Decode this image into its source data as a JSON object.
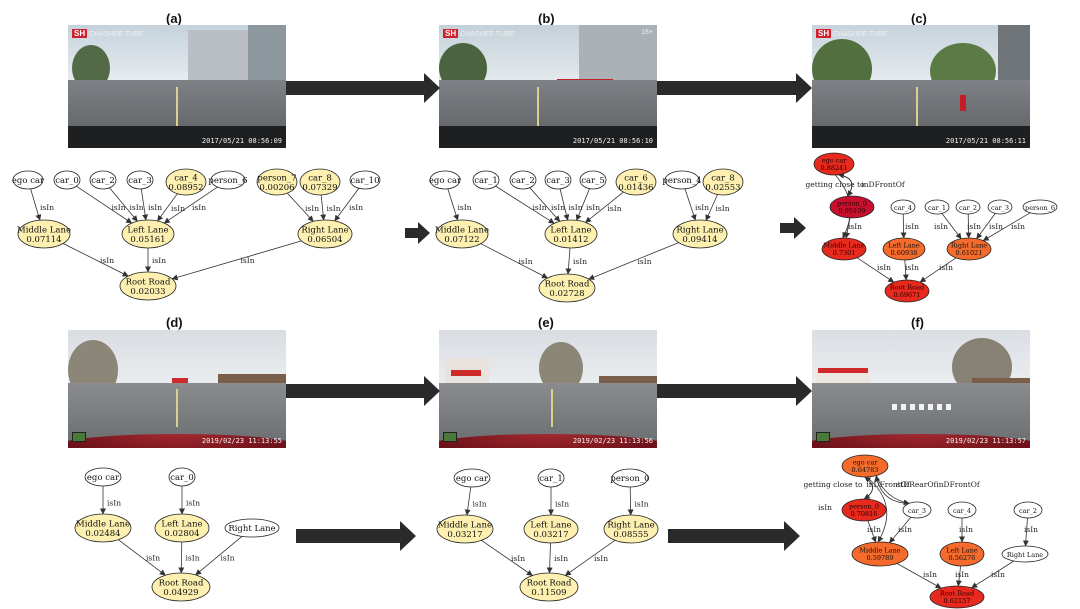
{
  "panels": {
    "a": {
      "label": "(a)",
      "watermark_logo": "SH",
      "watermark_text": "CHASHEE TUBE",
      "timestamp": "2017/05/21 08:56:09"
    },
    "b": {
      "label": "(b)",
      "watermark_logo": "SH",
      "watermark_text": "CHASHEE TUBE",
      "rating": "18+",
      "timestamp": "2017/05/21 08:56:10"
    },
    "c": {
      "label": "(c)",
      "watermark_logo": "SH",
      "watermark_text": "CHASHEE TUBE",
      "timestamp": "2017/05/21 08:56:11"
    },
    "d": {
      "label": "(d)",
      "timestamp": "2019/02/23  11:13:55"
    },
    "e": {
      "label": "(e)",
      "timestamp": "2019/02/23  11:13:56"
    },
    "f": {
      "label": "(f)",
      "timestamp": "2019/02/23  11:13:57"
    }
  },
  "colors": {
    "node_low": "#fdf0b0",
    "node_mid": "#f56b2c",
    "node_high": "#e8291e",
    "node_top": "#c8102e",
    "node_white": "#ffffff",
    "arrow": "#2a2a2a"
  },
  "graphs": {
    "a": {
      "nodes": [
        {
          "id": "ego",
          "l1": "ego car",
          "l2": "",
          "fill": "white"
        },
        {
          "id": "car0",
          "l1": "car_0",
          "l2": "",
          "fill": "white"
        },
        {
          "id": "car2",
          "l1": "car_2",
          "l2": "",
          "fill": "white"
        },
        {
          "id": "car3",
          "l1": "car_3",
          "l2": "",
          "fill": "white"
        },
        {
          "id": "car4",
          "l1": "car_4",
          "l2": "0.08952",
          "fill": "low"
        },
        {
          "id": "p6",
          "l1": "person_6",
          "l2": "",
          "fill": "white"
        },
        {
          "id": "p7",
          "l1": "person_7",
          "l2": "0.00206",
          "fill": "low"
        },
        {
          "id": "car8",
          "l1": "car_8",
          "l2": "0.07329",
          "fill": "low"
        },
        {
          "id": "car10",
          "l1": "car_10",
          "l2": "",
          "fill": "white"
        },
        {
          "id": "ml",
          "l1": "Middle Lane",
          "l2": "0.07114",
          "fill": "low"
        },
        {
          "id": "ll",
          "l1": "Left Lane",
          "l2": "0.05161",
          "fill": "low"
        },
        {
          "id": "rl",
          "l1": "Right Lane",
          "l2": "0.06504",
          "fill": "low"
        },
        {
          "id": "root",
          "l1": "Root Road",
          "l2": "0.02033",
          "fill": "low"
        }
      ],
      "edges": [
        {
          "from": "ego",
          "to": "ml",
          "label": "isIn"
        },
        {
          "from": "car0",
          "to": "ll",
          "label": "isIn"
        },
        {
          "from": "car2",
          "to": "ll",
          "label": "isIn"
        },
        {
          "from": "car3",
          "to": "ll",
          "label": "isIn"
        },
        {
          "from": "car4",
          "to": "ll",
          "label": "isIn"
        },
        {
          "from": "p6",
          "to": "ll",
          "label": "isIn"
        },
        {
          "from": "p7",
          "to": "rl",
          "label": "isIn"
        },
        {
          "from": "car8",
          "to": "rl",
          "label": "isIn"
        },
        {
          "from": "car10",
          "to": "rl",
          "label": "isIn"
        },
        {
          "from": "ml",
          "to": "root",
          "label": "isIn"
        },
        {
          "from": "ll",
          "to": "root",
          "label": "isIn"
        },
        {
          "from": "rl",
          "to": "root",
          "label": "isIn"
        }
      ]
    },
    "b": {
      "nodes": [
        {
          "id": "ego",
          "l1": "ego car",
          "l2": "",
          "fill": "white"
        },
        {
          "id": "car1",
          "l1": "car_1",
          "l2": "",
          "fill": "white"
        },
        {
          "id": "car2",
          "l1": "car_2",
          "l2": "",
          "fill": "white"
        },
        {
          "id": "car3",
          "l1": "car_3",
          "l2": "",
          "fill": "white"
        },
        {
          "id": "car5",
          "l1": "car_5",
          "l2": "",
          "fill": "white"
        },
        {
          "id": "car6",
          "l1": "car_6",
          "l2": "0.01436",
          "fill": "low"
        },
        {
          "id": "p4",
          "l1": "person_4",
          "l2": "",
          "fill": "white"
        },
        {
          "id": "car8",
          "l1": "car_8",
          "l2": "0.02553",
          "fill": "low"
        },
        {
          "id": "ml",
          "l1": "Middle Lane",
          "l2": "0.07122",
          "fill": "low"
        },
        {
          "id": "ll",
          "l1": "Left Lane",
          "l2": "0.01412",
          "fill": "low"
        },
        {
          "id": "rl",
          "l1": "Right Lane",
          "l2": "0.09414",
          "fill": "low"
        },
        {
          "id": "root",
          "l1": "Root Road",
          "l2": "0.02728",
          "fill": "low"
        }
      ],
      "edges": [
        {
          "from": "ego",
          "to": "ml",
          "label": "isIn"
        },
        {
          "from": "car1",
          "to": "ll",
          "label": "isIn"
        },
        {
          "from": "car2",
          "to": "ll",
          "label": "isIn"
        },
        {
          "from": "car3",
          "to": "ll",
          "label": "isIn"
        },
        {
          "from": "car5",
          "to": "ll",
          "label": "isIn"
        },
        {
          "from": "car6",
          "to": "ll",
          "label": "isIn"
        },
        {
          "from": "p4",
          "to": "rl",
          "label": "isIn"
        },
        {
          "from": "car8",
          "to": "rl",
          "label": "isIn"
        },
        {
          "from": "ml",
          "to": "root",
          "label": "isIn"
        },
        {
          "from": "ll",
          "to": "root",
          "label": "isIn"
        },
        {
          "from": "rl",
          "to": "root",
          "label": "isIn"
        }
      ]
    },
    "c": {
      "nodes": [
        {
          "id": "ego",
          "l1": "ego car",
          "l2": "0.88241",
          "fill": "high"
        },
        {
          "id": "p0",
          "l1": "person_0",
          "l2": "0.95109",
          "fill": "top"
        },
        {
          "id": "car4",
          "l1": "car_4",
          "l2": "",
          "fill": "white"
        },
        {
          "id": "car1",
          "l1": "car_1",
          "l2": "",
          "fill": "white"
        },
        {
          "id": "car2",
          "l1": "car_2",
          "l2": "",
          "fill": "white"
        },
        {
          "id": "car3",
          "l1": "car_3",
          "l2": "",
          "fill": "white"
        },
        {
          "id": "p6",
          "l1": "person_6",
          "l2": "",
          "fill": "white"
        },
        {
          "id": "ml",
          "l1": "Middle Lane",
          "l2": "0.7301",
          "fill": "high"
        },
        {
          "id": "ll",
          "l1": "Left Lane",
          "l2": "0.60938",
          "fill": "mid"
        },
        {
          "id": "rl",
          "l1": "Right Lane",
          "l2": "0.61021",
          "fill": "mid"
        },
        {
          "id": "root",
          "l1": "Root Road",
          "l2": "0.69671",
          "fill": "high"
        }
      ],
      "edges": [
        {
          "from": "ego",
          "to": "ml",
          "label": ""
        },
        {
          "from": "ego",
          "to": "p0",
          "label": "getting close to"
        },
        {
          "from": "p0",
          "to": "ego",
          "label": "inDFrontOf"
        },
        {
          "from": "p0",
          "to": "ml",
          "label": "isIn"
        },
        {
          "from": "car4",
          "to": "ll",
          "label": "isIn"
        },
        {
          "from": "car1",
          "to": "rl",
          "label": "isIn"
        },
        {
          "from": "car2",
          "to": "rl",
          "label": "isIn"
        },
        {
          "from": "car3",
          "to": "rl",
          "label": "isIn"
        },
        {
          "from": "p6",
          "to": "rl",
          "label": "isIn"
        },
        {
          "from": "ml",
          "to": "root",
          "label": "isIn"
        },
        {
          "from": "ll",
          "to": "root",
          "label": "isIn"
        },
        {
          "from": "rl",
          "to": "root",
          "label": "isIn"
        }
      ]
    },
    "d": {
      "nodes": [
        {
          "id": "ego",
          "l1": "ego car",
          "l2": "",
          "fill": "white"
        },
        {
          "id": "car0",
          "l1": "car_0",
          "l2": "",
          "fill": "white"
        },
        {
          "id": "ml",
          "l1": "Middle Lane",
          "l2": "0.02484",
          "fill": "low"
        },
        {
          "id": "ll",
          "l1": "Left Lane",
          "l2": "0.02804",
          "fill": "low"
        },
        {
          "id": "rl",
          "l1": "Right Lane",
          "l2": "",
          "fill": "white"
        },
        {
          "id": "root",
          "l1": "Root Road",
          "l2": "0.04929",
          "fill": "low"
        }
      ],
      "edges": [
        {
          "from": "ego",
          "to": "ml",
          "label": "isIn"
        },
        {
          "from": "car0",
          "to": "ll",
          "label": "isIn"
        },
        {
          "from": "ml",
          "to": "root",
          "label": "isIn"
        },
        {
          "from": "ll",
          "to": "root",
          "label": "isIn"
        },
        {
          "from": "rl",
          "to": "root",
          "label": "isIn"
        }
      ]
    },
    "e": {
      "nodes": [
        {
          "id": "ego",
          "l1": "ego car",
          "l2": "",
          "fill": "white"
        },
        {
          "id": "car1",
          "l1": "car_1",
          "l2": "",
          "fill": "white"
        },
        {
          "id": "p0",
          "l1": "person_0",
          "l2": "",
          "fill": "white"
        },
        {
          "id": "ml",
          "l1": "Middle Lane",
          "l2": "0.03217",
          "fill": "low"
        },
        {
          "id": "ll",
          "l1": "Left Lane",
          "l2": "0.03217",
          "fill": "low"
        },
        {
          "id": "rl",
          "l1": "Right Lane",
          "l2": "0.08555",
          "fill": "low"
        },
        {
          "id": "root",
          "l1": "Root Road",
          "l2": "0.11509",
          "fill": "low"
        }
      ],
      "edges": [
        {
          "from": "ego",
          "to": "ml",
          "label": "isIn"
        },
        {
          "from": "car1",
          "to": "ll",
          "label": "isIn"
        },
        {
          "from": "p0",
          "to": "rl",
          "label": "isIn"
        },
        {
          "from": "ml",
          "to": "root",
          "label": "isIn"
        },
        {
          "from": "ll",
          "to": "root",
          "label": "isIn"
        },
        {
          "from": "rl",
          "to": "root",
          "label": "isIn"
        }
      ]
    },
    "f": {
      "nodes": [
        {
          "id": "ego",
          "l1": "ego car",
          "l2": "0.64783",
          "fill": "mid"
        },
        {
          "id": "p0",
          "l1": "person_0",
          "l2": "0.70816",
          "fill": "high"
        },
        {
          "id": "car3",
          "l1": "car_3",
          "l2": "",
          "fill": "white"
        },
        {
          "id": "car4",
          "l1": "car_4",
          "l2": "",
          "fill": "white"
        },
        {
          "id": "car2",
          "l1": "car_2",
          "l2": "",
          "fill": "white"
        },
        {
          "id": "ml",
          "l1": "Middle Lane",
          "l2": "0.59789",
          "fill": "mid"
        },
        {
          "id": "ll",
          "l1": "Left Lane",
          "l2": "0.56276",
          "fill": "mid"
        },
        {
          "id": "rl",
          "l1": "Right Lane",
          "l2": "",
          "fill": "white"
        },
        {
          "id": "root",
          "l1": "Root Road",
          "l2": "0.62157",
          "fill": "high"
        }
      ],
      "edges": [
        {
          "from": "ego",
          "to": "p0",
          "label": "getting close to"
        },
        {
          "from": "p0",
          "to": "ego",
          "label": "inDFrontOf"
        },
        {
          "from": "ego",
          "to": "car3",
          "label": "atDRearOf"
        },
        {
          "from": "car3",
          "to": "ego",
          "label": "inDFrontOf"
        },
        {
          "from": "ego",
          "to": "ml",
          "label": "isIn"
        },
        {
          "from": "p0",
          "to": "ml",
          "label": "isIn"
        },
        {
          "from": "car3",
          "to": "ml",
          "label": "isIn"
        },
        {
          "from": "car4",
          "to": "ll",
          "label": "isIn"
        },
        {
          "from": "car2",
          "to": "rl",
          "label": "isIn"
        },
        {
          "from": "ml",
          "to": "root",
          "label": "isIn"
        },
        {
          "from": "ll",
          "to": "root",
          "label": "isIn"
        },
        {
          "from": "rl",
          "to": "root",
          "label": "isIn"
        }
      ]
    }
  }
}
